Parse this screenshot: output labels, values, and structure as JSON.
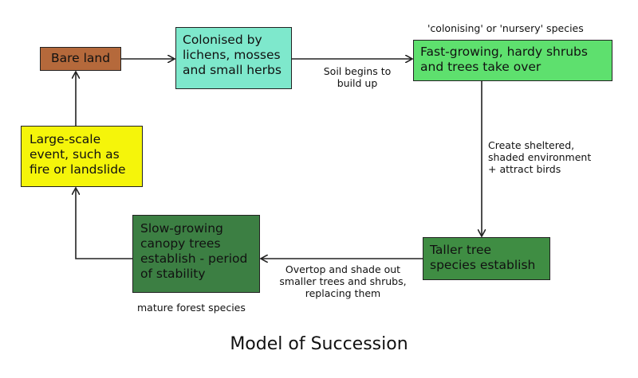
{
  "boxes": {
    "bare_land": "Bare land",
    "colonised": "Colonised by\nlichens, mosses\nand small herbs",
    "fast_growing": "Fast-growing, hardy shrubs\nand trees take over",
    "large_scale": "Large-scale\nevent, such as\nfire or landslide",
    "taller_tree": "Taller tree\nspecies establish",
    "slow_growing": "Slow-growing\ncanopy trees\nestablish - period\nof stability"
  },
  "labels": {
    "soil": "Soil begins to\nbuild up",
    "colonising": "'colonising' or 'nursery' species",
    "create": "Create sheltered,\nshaded environment\n+ attract birds",
    "overtop": "Overtop and shade out\nsmaller trees and shrubs,\nreplacing them",
    "mature": "mature forest species"
  },
  "caption": "Model of Succession",
  "colors": {
    "bare_land": "#b5693b",
    "colonised": "#7ee8cc",
    "fast_growing": "#5ee06e",
    "large_scale": "#f5f50a",
    "taller_tree": "#3f8d43",
    "slow_growing": "#3c7f43"
  }
}
